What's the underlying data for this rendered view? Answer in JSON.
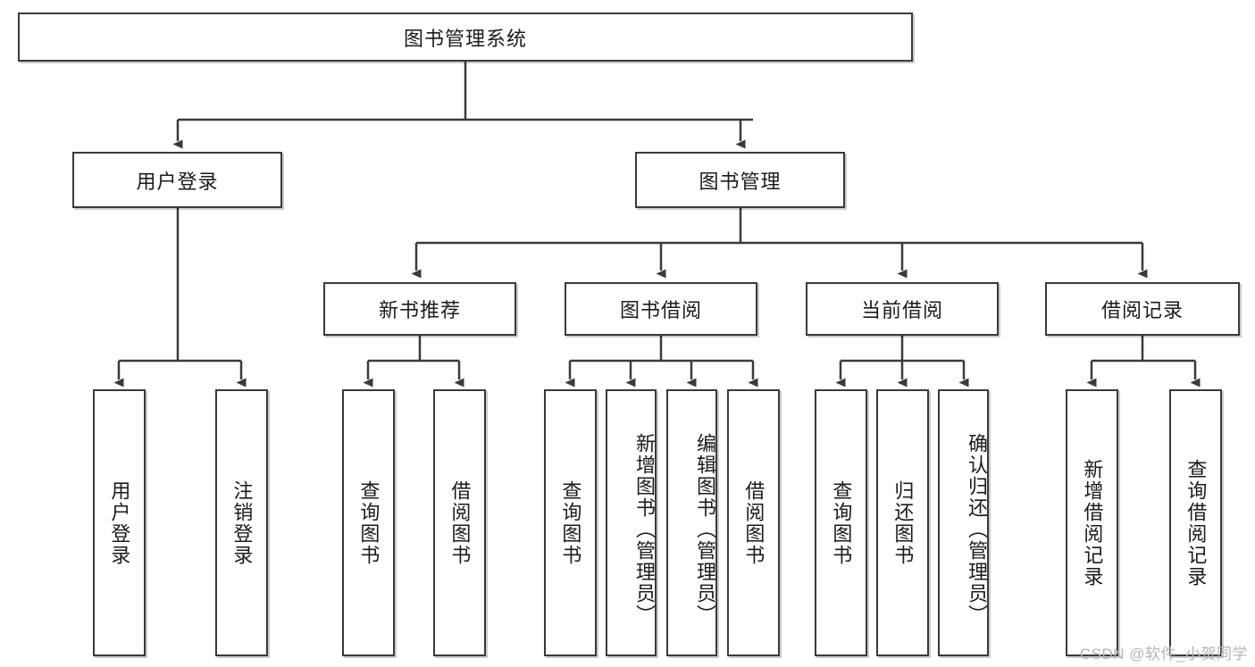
{
  "diagram": {
    "title": "图书管理系统",
    "type": "tree",
    "root": {
      "id": "root",
      "label": "图书管理系统"
    },
    "level2": [
      {
        "id": "user-login",
        "label": "用户登录"
      },
      {
        "id": "book-manage",
        "label": "图书管理"
      }
    ],
    "level3": [
      {
        "id": "new-book-rec",
        "label": "新书推荐",
        "parent": "book-manage"
      },
      {
        "id": "book-borrow",
        "label": "图书借阅",
        "parent": "book-manage"
      },
      {
        "id": "current-borrow",
        "label": "当前借阅",
        "parent": "book-manage"
      },
      {
        "id": "borrow-record",
        "label": "借阅记录",
        "parent": "book-manage"
      }
    ],
    "leaves": {
      "user-login": [
        {
          "id": "leaf-user-login",
          "label": "用户登录"
        },
        {
          "id": "leaf-logout",
          "label": "注销登录"
        }
      ],
      "new-book-rec": [
        {
          "id": "leaf-query-book-1",
          "label": "查询图书"
        },
        {
          "id": "leaf-borrow-book-1",
          "label": "借阅图书"
        }
      ],
      "book-borrow": [
        {
          "id": "leaf-query-book-2",
          "label": "查询图书"
        },
        {
          "id": "leaf-add-book",
          "label": "新增图书（管理员）"
        },
        {
          "id": "leaf-edit-book",
          "label": "编辑图书（管理员）"
        },
        {
          "id": "leaf-borrow-book-2",
          "label": "借阅图书"
        }
      ],
      "current-borrow": [
        {
          "id": "leaf-query-book-3",
          "label": "查询图书"
        },
        {
          "id": "leaf-return-book",
          "label": "归还图书"
        },
        {
          "id": "leaf-confirm-return",
          "label": "确认归还（管理员）"
        }
      ],
      "borrow-record": [
        {
          "id": "leaf-add-record",
          "label": "新增借阅记录"
        },
        {
          "id": "leaf-query-record",
          "label": "查询借阅记录"
        }
      ]
    },
    "colors": {
      "box_border": "#3a3a3a",
      "box_fill": "#ffffff",
      "connector": "#3a3a3a",
      "text": "#1b1b1b",
      "watermark": "#b4b4b4",
      "background": "#ffffff"
    }
  },
  "watermark": {
    "text": "CSDN @软件_小贺同学"
  }
}
